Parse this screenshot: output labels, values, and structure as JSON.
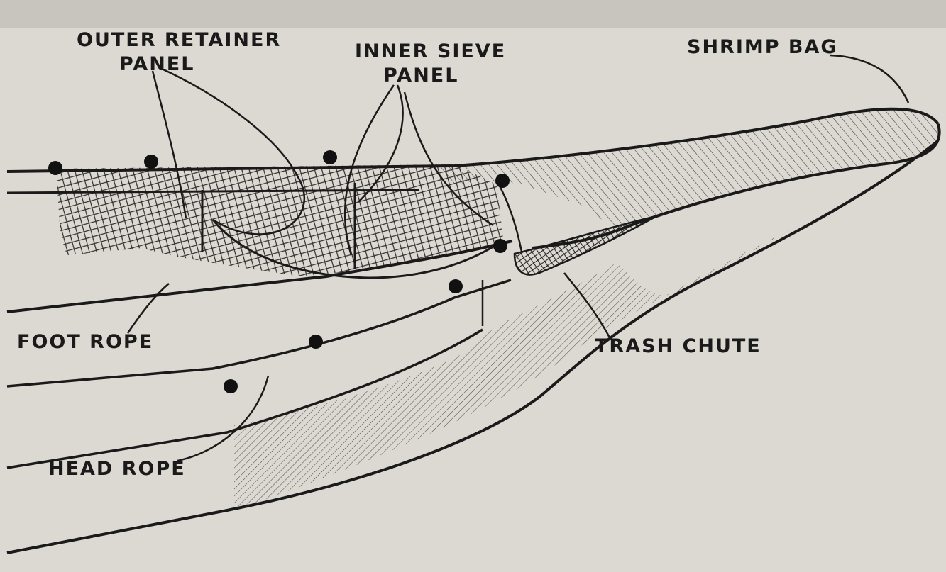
{
  "labels": {
    "outer_retainer_panel_1": "OUTER RETAINER",
    "outer_retainer_panel_2": "PANEL",
    "inner_sieve_panel_1": "INNER SIEVE",
    "inner_sieve_panel_2": "PANEL",
    "shrimp_bag": "SHRIMP BAG",
    "foot_rope": "FOOT ROPE",
    "trash_chute": "TRASH CHUTE",
    "head_rope": "HEAD ROPE"
  },
  "colors": {
    "paper": "#dcd9d2",
    "ink": "#1a1a1a",
    "bleed_text": "#6a6a66"
  }
}
